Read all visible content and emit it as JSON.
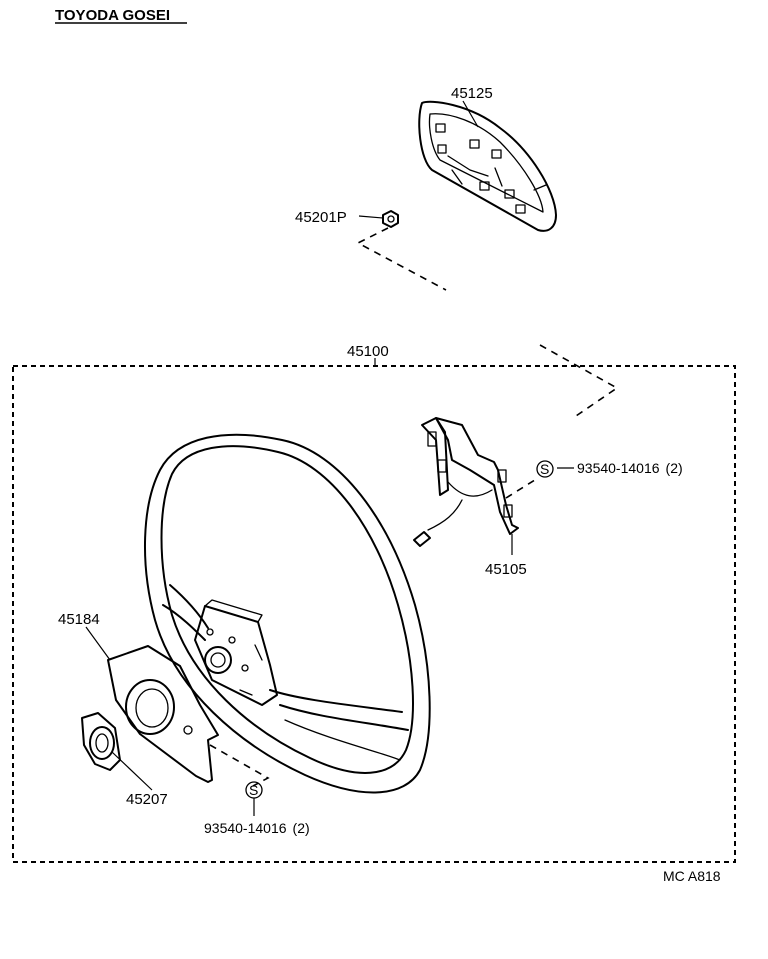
{
  "header": {
    "maker": "TOYODA GOSEI"
  },
  "parts": [
    {
      "part_number": "45125"
    },
    {
      "part_number": "45201P"
    },
    {
      "part_number": "45100"
    },
    {
      "part_number": "45105"
    },
    {
      "part_number": "45184"
    },
    {
      "part_number": "45207"
    }
  ],
  "screws": [
    {
      "symbol": "S",
      "part_number": "93540-14016",
      "qty": "(2)"
    },
    {
      "symbol": "S",
      "part_number": "93540-14016",
      "qty": "(2)"
    }
  ],
  "footer": {
    "code": "MC A818"
  }
}
